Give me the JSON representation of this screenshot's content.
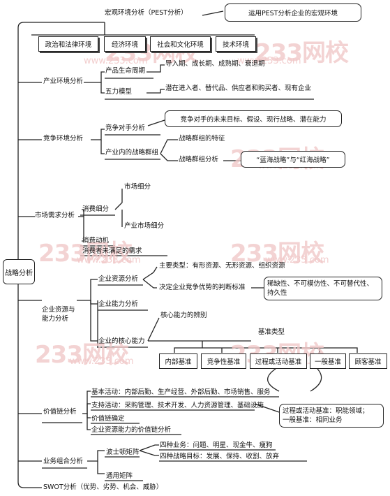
{
  "root": "战略分析",
  "macro": {
    "label": "宏观环境分析（PEST分析）",
    "note": "运用PEST分析企业的宏观环境",
    "boxes": [
      "政治和法律环境",
      "经济环境",
      "社会和文化环境",
      "技术环境"
    ]
  },
  "industry": {
    "label": "产业环境分析",
    "lifecycle": "产品生命周期",
    "lifecycle_detail": "导入期、成长期、成熟期、衰退期",
    "five_forces": "五力模型",
    "five_forces_detail": "潜在进入者、替代品、供应者和购买者、现有企业"
  },
  "competition": {
    "label": "竞争环境分析",
    "rival": "竞争对手分析",
    "rival_note": "竞争对手的未来目标、假设、现行战略、潜在能力",
    "groups": "产业内的战略群组",
    "groups_feature": "战略群组的特征",
    "groups_analysis": "战略群组分析",
    "ocean": "“蓝海战略”与“红海战略”"
  },
  "market": {
    "label": "市场需求分析",
    "segment": "市场细分",
    "consumer_segment": "消费细分",
    "industrial_segment": "产业市场细分",
    "motive": "消费动机",
    "unmet": "消费者未满足的需求"
  },
  "resources": {
    "label_line1": "企业资源与",
    "label_line2": "能力分析",
    "res_analysis": "企业资源分析",
    "main_types": "主要类型：有形资源、无形资源、组织资源",
    "criteria": "决定企业竞争优势的判断标准",
    "criteria_note": "稀缺性、不可模仿性、不可替代性、持久性",
    "capability": "企业能力分析",
    "core": "企业的核心能力",
    "core_identify": "核心能力的辨别",
    "benchmark_type": "基准类型",
    "benchmarks": [
      "内部基准",
      "竞争性基准",
      "过程或活动基准",
      "一般基准",
      "顾客基准"
    ],
    "benchmark_note_1": "过程或活动基准：职能领域；",
    "benchmark_note_2": "一般基准：相同业务"
  },
  "value_chain": {
    "label": "价值链分析",
    "basic": "基本活动：内部后勤、生产经营、外部后勤、市场销售、服务",
    "support": "支持活动：采购管理、技术开发、人力资源管理、基础设施",
    "confirm": "价值链确定",
    "resource_vc": "企业资源能力的价值链分析"
  },
  "portfolio": {
    "label": "业务组合分析",
    "bcg": "波士顿矩阵",
    "four_types": "四种业务：问题、明星、现金牛、瘦狗",
    "four_goals": "四种战略目标：发展、保持、收割、放弃",
    "ge": "通用矩阵"
  },
  "swot": "SWOT分析（优势、劣势、机会、威胁）",
  "watermark": {
    "logo": "233网校",
    "url": "www.233.com"
  },
  "colors": {
    "line": "#222222",
    "watermark": "#f1c9c9"
  }
}
